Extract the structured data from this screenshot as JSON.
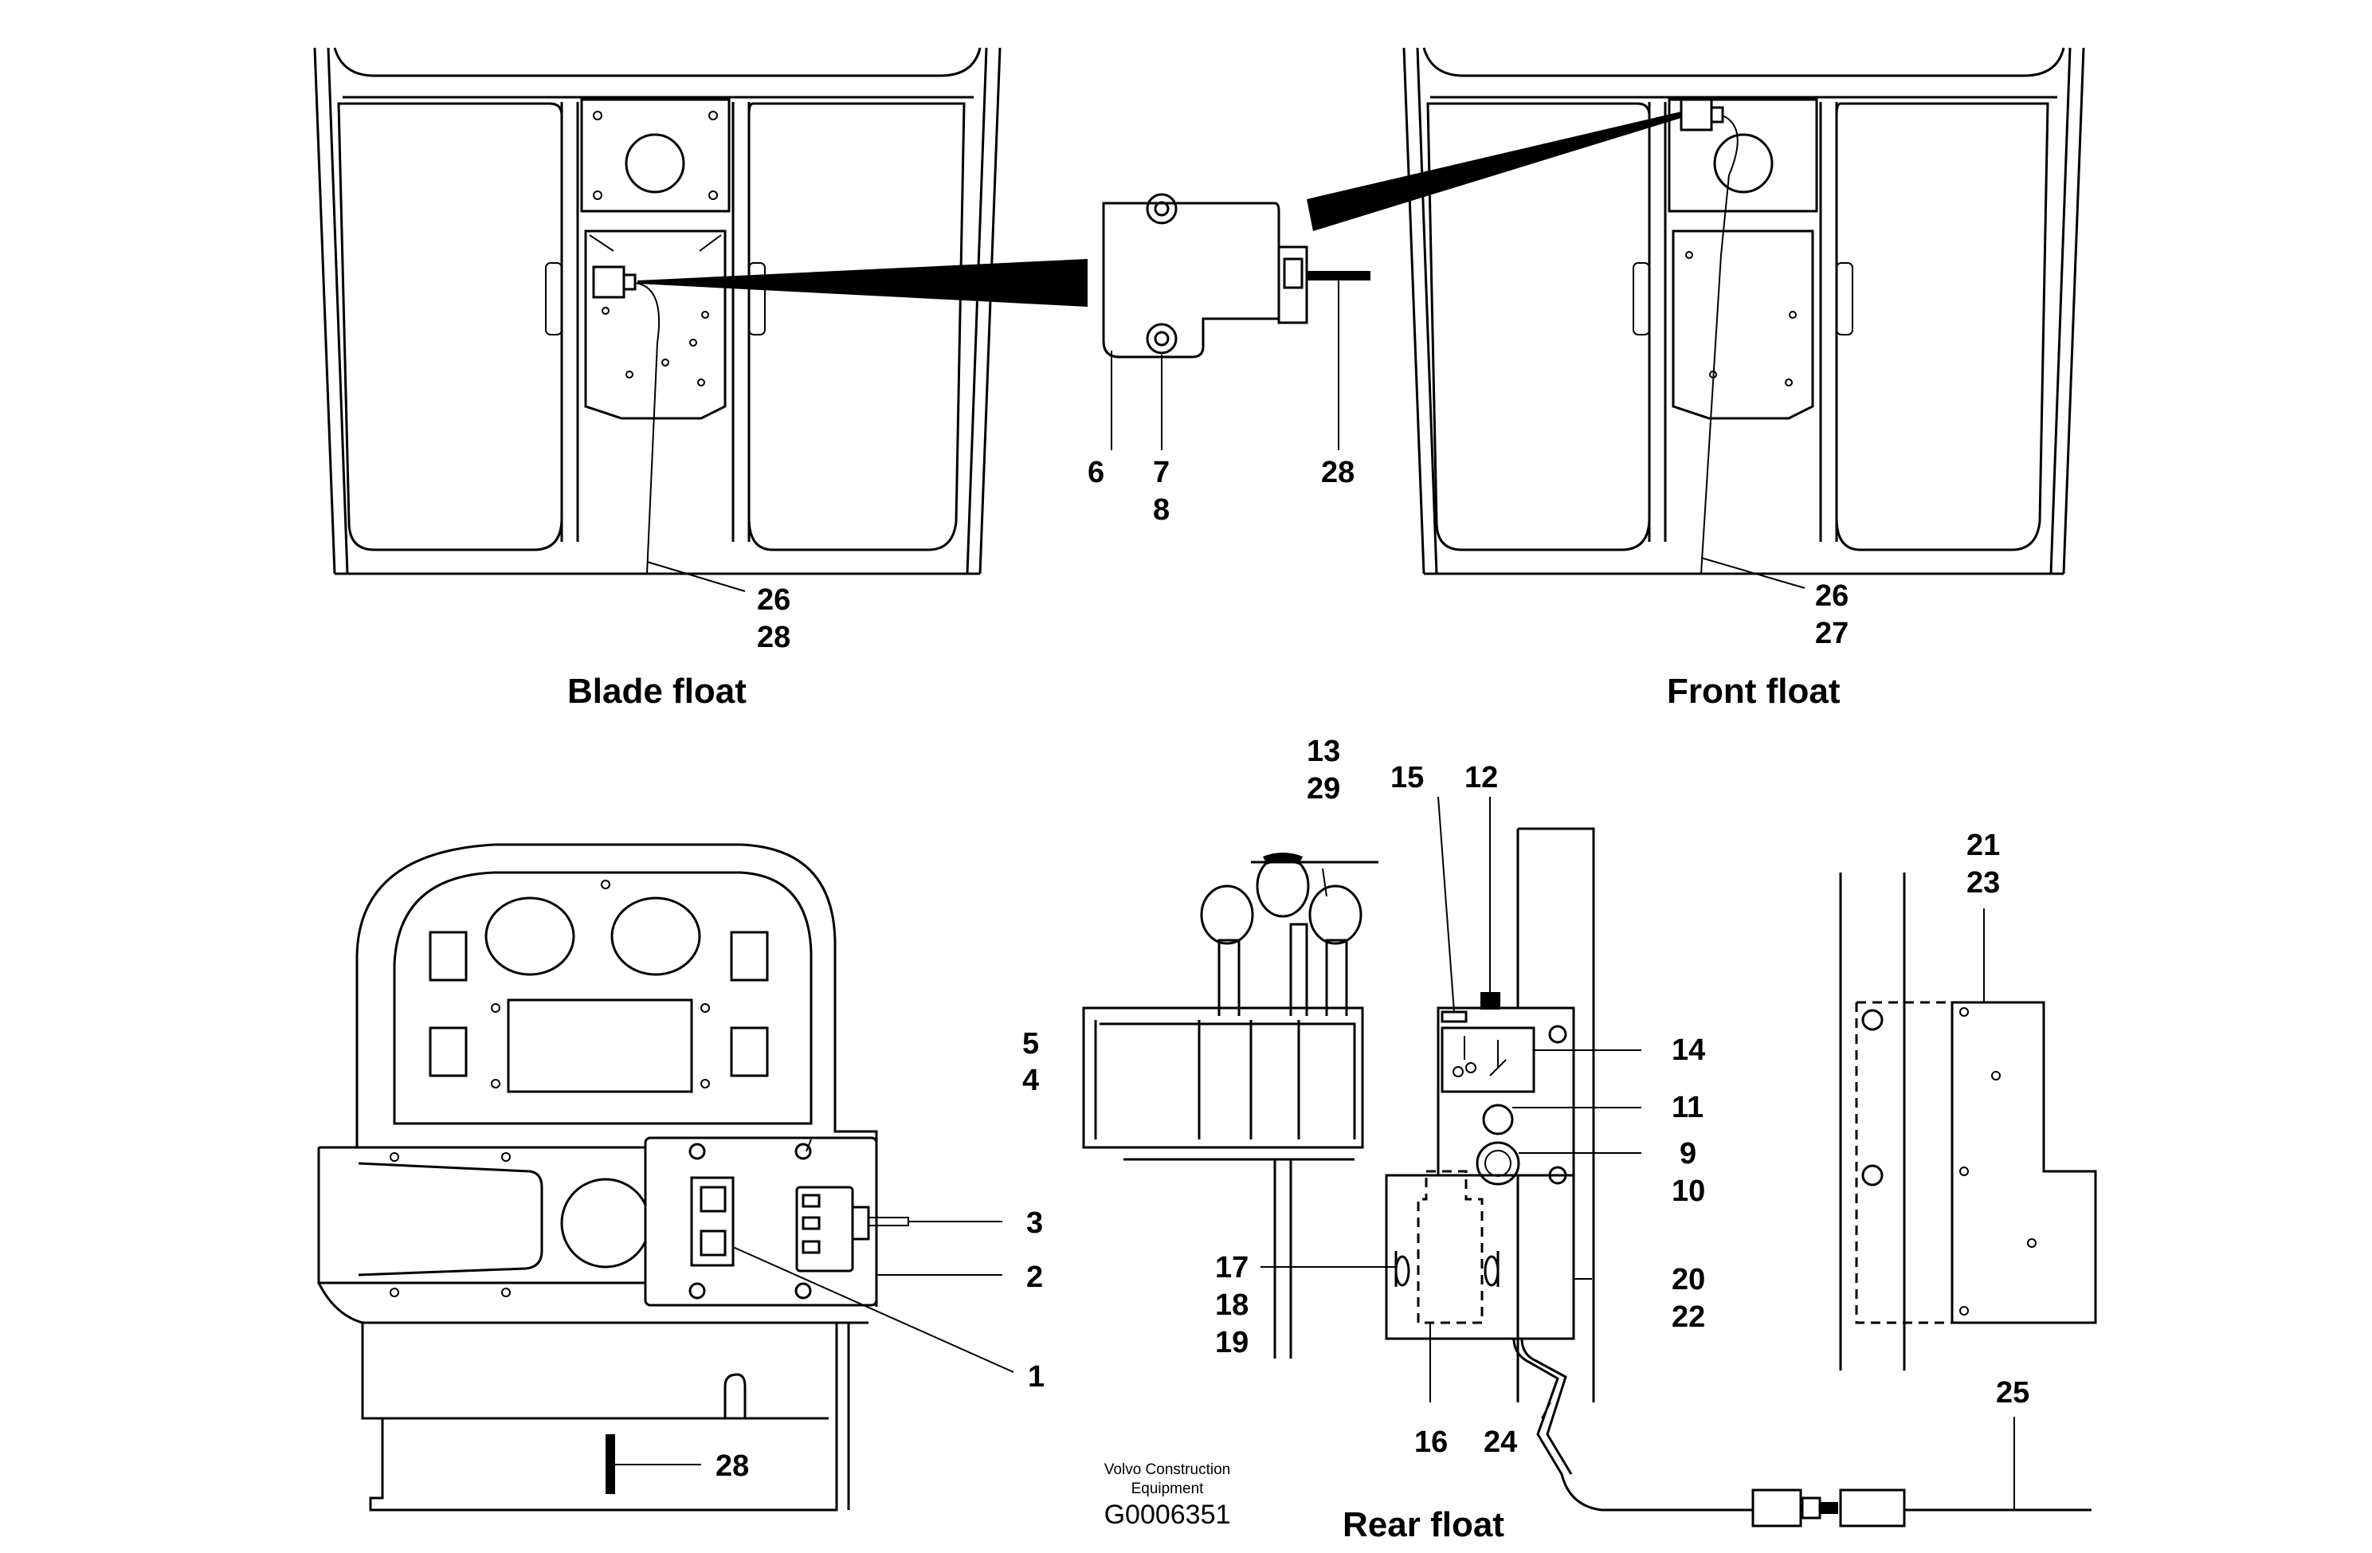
{
  "captions": {
    "blade_float": "Blade float",
    "front_float": "Front float",
    "rear_float": "Rear float"
  },
  "footer": {
    "company_line1": "Volvo Construction",
    "company_line2": "Equipment",
    "drawing_code": "G0006351"
  },
  "callouts": {
    "c1": "1",
    "c2": "2",
    "c3": "3",
    "c4": "4",
    "c5": "5",
    "c6": "6",
    "c7": "7",
    "c8": "8",
    "c9": "9",
    "c10": "10",
    "c11": "11",
    "c12": "12",
    "c13": "13",
    "c14": "14",
    "c15": "15",
    "c16": "16",
    "c17": "17",
    "c18": "18",
    "c19": "19",
    "c20": "20",
    "c21": "21",
    "c22": "22",
    "c23": "23",
    "c24": "24",
    "c25": "25",
    "c26a": "26",
    "c26b": "26",
    "c27": "27",
    "c28a": "28",
    "c28b": "28",
    "c28c": "28",
    "c29": "29"
  }
}
